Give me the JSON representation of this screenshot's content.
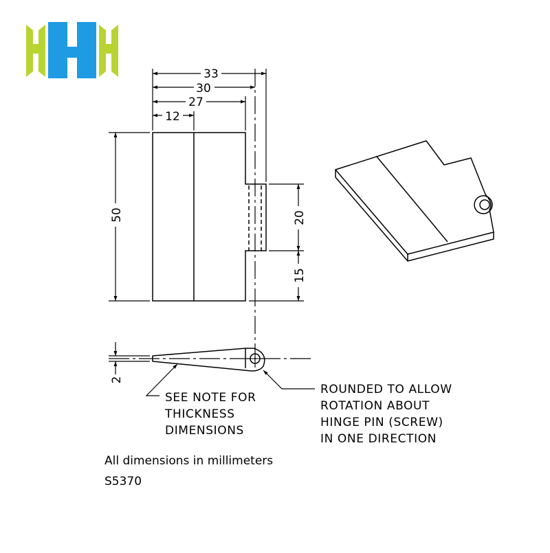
{
  "logo": {
    "letters": "HHH",
    "colors": {
      "green": "#b7d433",
      "blue": "#1e9be3"
    }
  },
  "dimensions": {
    "d33": "33",
    "d30": "30",
    "d27": "27",
    "d12": "12",
    "d50": "50",
    "d20": "20",
    "d15": "15",
    "d2": "2"
  },
  "notes": {
    "thickness": [
      "SEE NOTE FOR",
      "THICKNESS",
      "DIMENSIONS"
    ],
    "rounded": [
      "ROUNDED TO ALLOW",
      "ROTATION ABOUT",
      "HINGE PIN (SCREW)",
      "IN ONE DIRECTION"
    ]
  },
  "footer": {
    "units": "All dimensions in millimeters",
    "part_number": "S5370"
  }
}
